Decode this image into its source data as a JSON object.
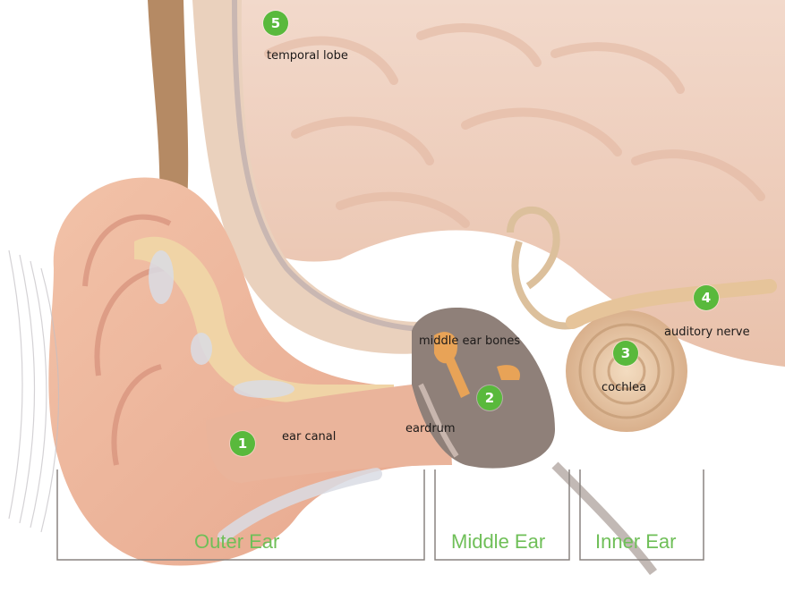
{
  "colors": {
    "badge": "#59b93c",
    "section_text": "#6fbf58",
    "bracket": "#8a8480",
    "skin": "#eab49b",
    "brain": "#f1d2c0",
    "background": "#ffffff"
  },
  "markers": [
    {
      "number": "1",
      "label": "ear canal"
    },
    {
      "number": "2",
      "label": "eardrum"
    },
    {
      "number": "3",
      "label": "cochlea"
    },
    {
      "number": "4",
      "label": "auditory nerve"
    },
    {
      "number": "5",
      "label": "temporal lobe"
    }
  ],
  "extra_labels": {
    "middle_ear_bones": "middle ear bones"
  },
  "sections": [
    {
      "name": "Outer Ear"
    },
    {
      "name": "Middle Ear"
    },
    {
      "name": "Inner Ear"
    }
  ]
}
